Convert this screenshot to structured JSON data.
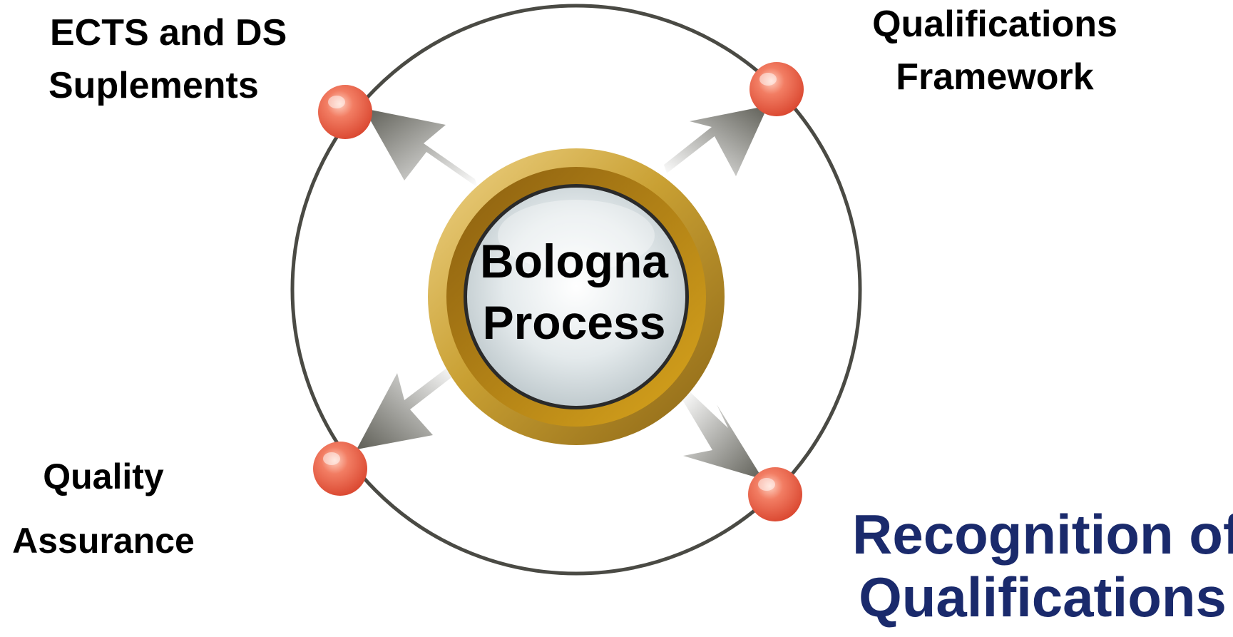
{
  "center": {
    "line1": "Bologna",
    "line2": "Process"
  },
  "nodes": {
    "top_left": {
      "line1": "ECTS and DS",
      "line2": "Suplements"
    },
    "top_right": {
      "line1": "Qualifications",
      "line2": "Framework"
    },
    "bottom_left": {
      "line1": "Quality",
      "line2": "Assurance"
    },
    "bottom_right": {
      "line1": "Recognition of",
      "line2": "Qualifications"
    }
  },
  "colors": {
    "ring": "#4a4a44",
    "node": "#e8503a",
    "hub_gold": "#b8860b",
    "hub_inner": "#dfe6e8",
    "arrow": "#6e6e66",
    "emphasis_text": "#1a2a6c"
  }
}
